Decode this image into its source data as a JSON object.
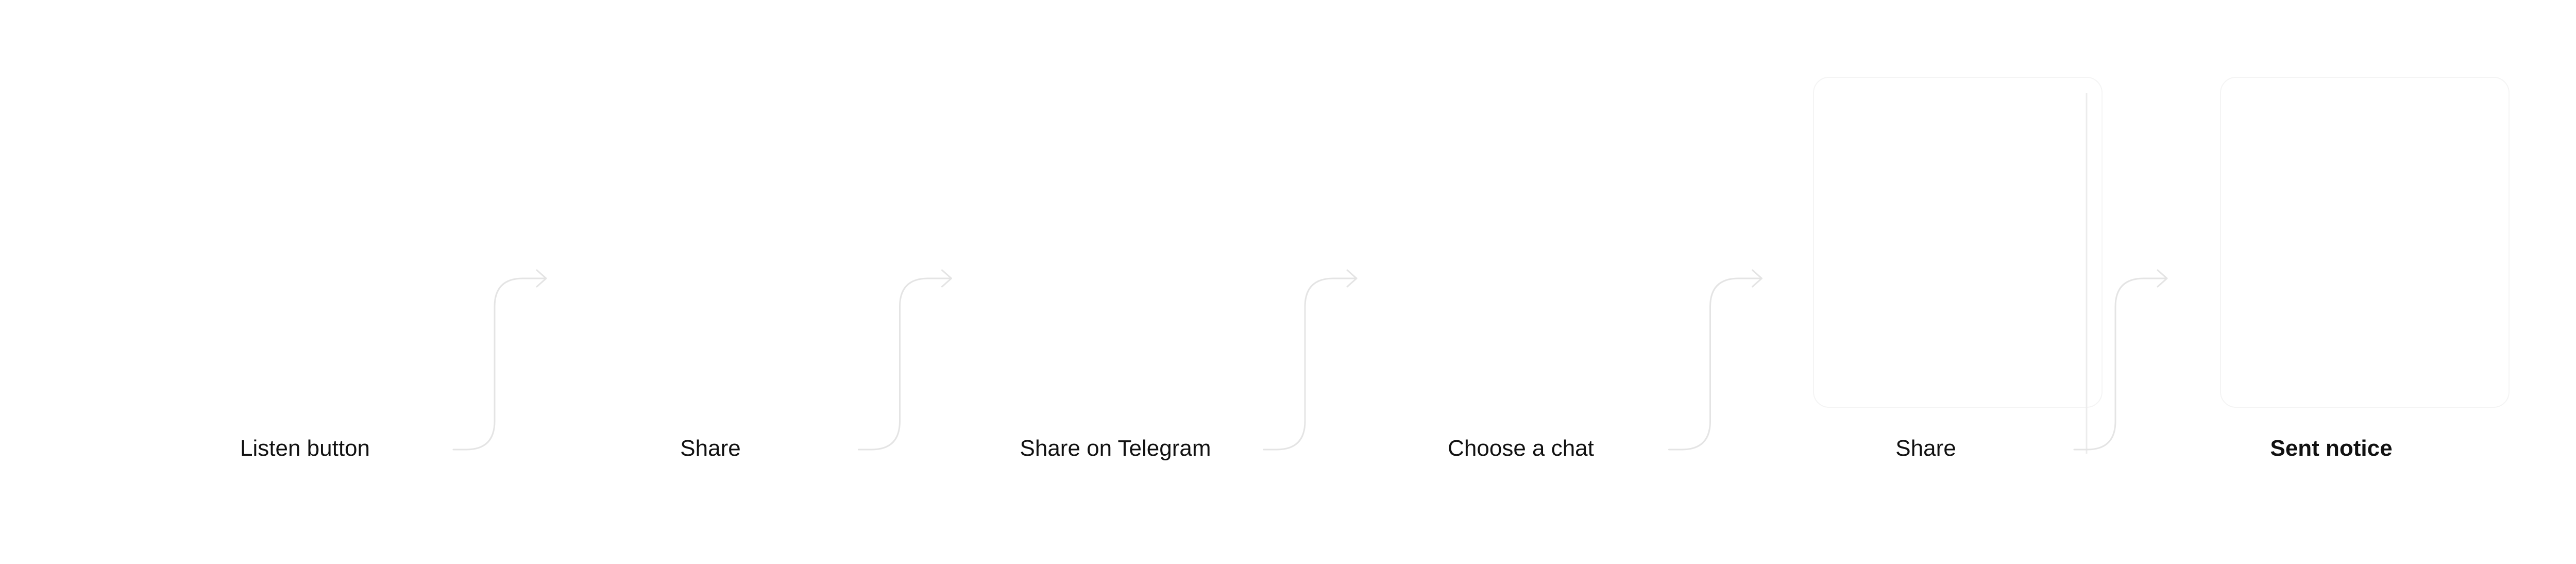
{
  "flow": {
    "steps": [
      {
        "label": "Listen button"
      },
      {
        "label": "Share"
      },
      {
        "label": "Share on Telegram"
      },
      {
        "label": "Choose a chat"
      },
      {
        "label": "Share"
      },
      {
        "label": "Sent notice"
      }
    ],
    "connector_color": "#e4e4e4",
    "text_color": "#111111",
    "background": "#ffffff"
  }
}
